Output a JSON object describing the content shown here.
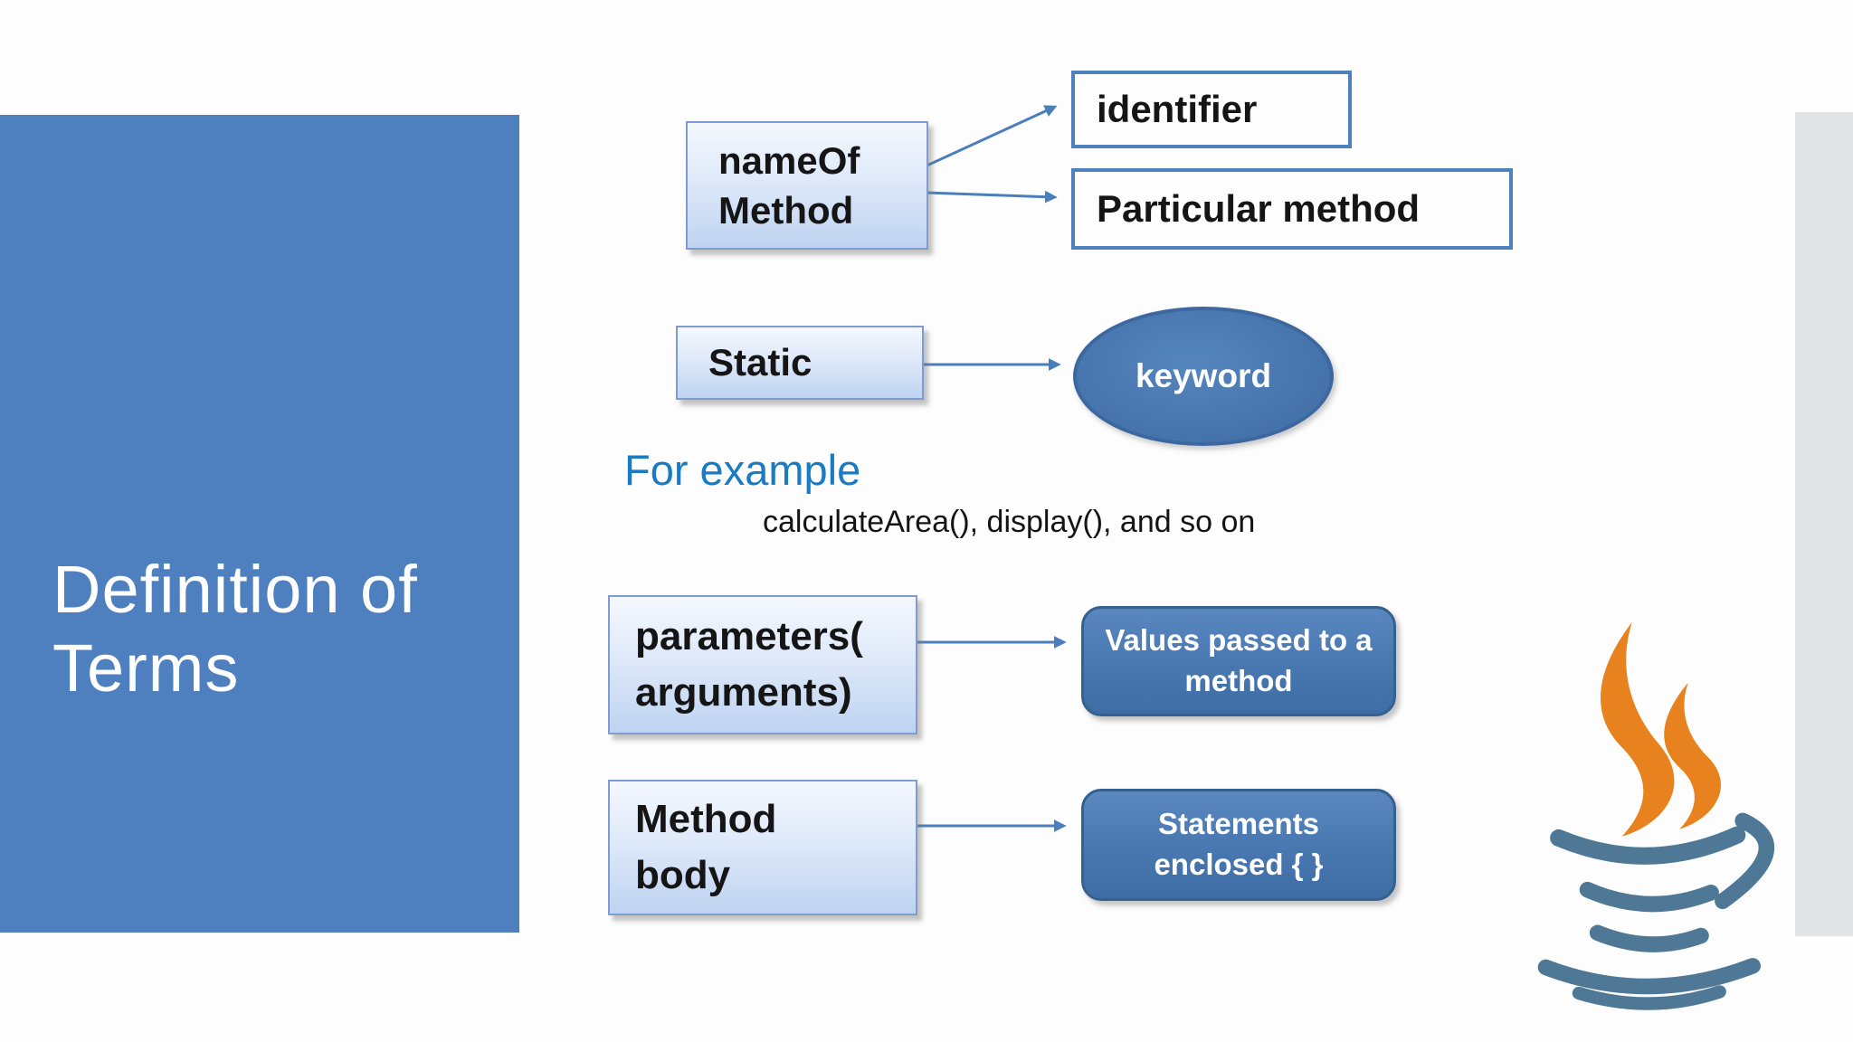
{
  "slide": {
    "sidebar": {
      "title": "Definition of\nTerms"
    },
    "nodes": {
      "name_of_method": "nameOf\nMethod",
      "identifier": "identifier",
      "particular_method": "Particular method",
      "static": "Static",
      "keyword": "keyword",
      "parameters": "parameters(\narguments)",
      "values_passed": "Values passed to a\nmethod",
      "method_body": "Method\nbody",
      "statements": "Statements\nenclosed { }"
    },
    "example": {
      "heading": "For example",
      "code": "calculateArea(), display(), and so on"
    },
    "icons": {
      "java_logo": "java-coffee-cup-logo"
    },
    "colors": {
      "sidebar_blue": "#4e7fbe",
      "arrow_blue": "#4a7ebc",
      "node_fill_light": "#dce7f8",
      "node_border_light": "#7e9cd3",
      "outline_border": "#4f81bd",
      "solid_fill": "#4b7ab3",
      "solid_border": "#35618f",
      "example_heading_blue": "#187bc4",
      "gray_strip": "#e3e4e6",
      "steam_orange": "#e8821e",
      "cup_blue": "#4e7896"
    }
  }
}
